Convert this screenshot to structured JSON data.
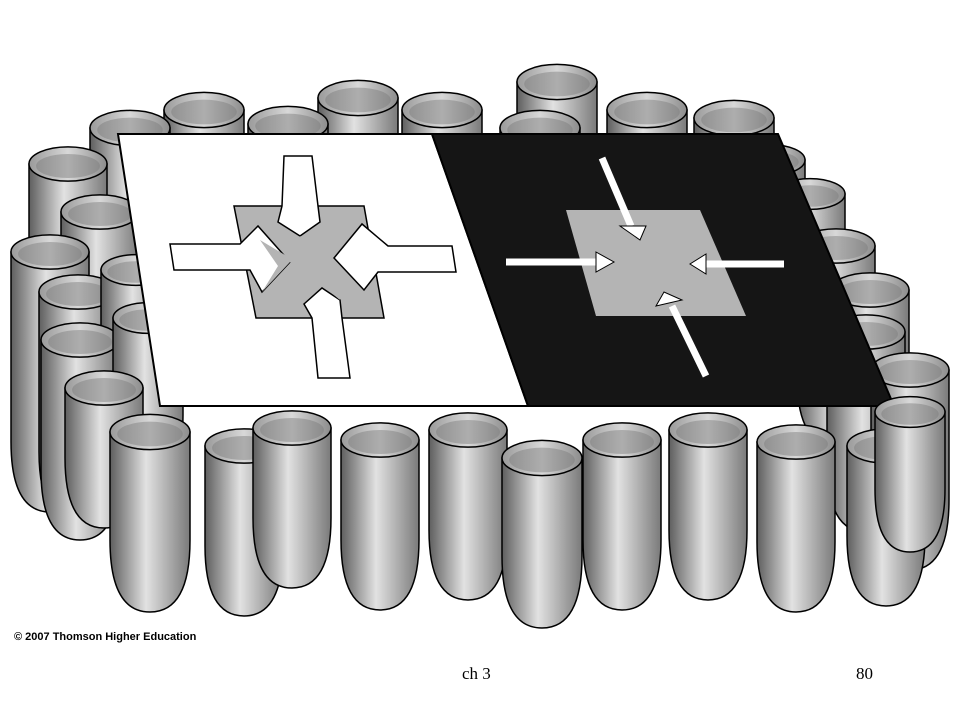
{
  "copyright": "© 2007 Thomson Higher Education",
  "footer": {
    "chapter": "ch 3",
    "page_number": "80"
  },
  "colors": {
    "cell_gradient": [
      "#6d6d6d",
      "#dcdcdc",
      "#8a8a8a"
    ],
    "dark_panel": "#151515",
    "light_panel": "#ffffff",
    "stimulus_gray": "#b4b4b4",
    "outline": "#000000"
  },
  "diagram": {
    "description_items": [
      "photoreceptor-cells",
      "white-field-panel",
      "black-field-panel",
      "center-surround-arrows"
    ]
  }
}
